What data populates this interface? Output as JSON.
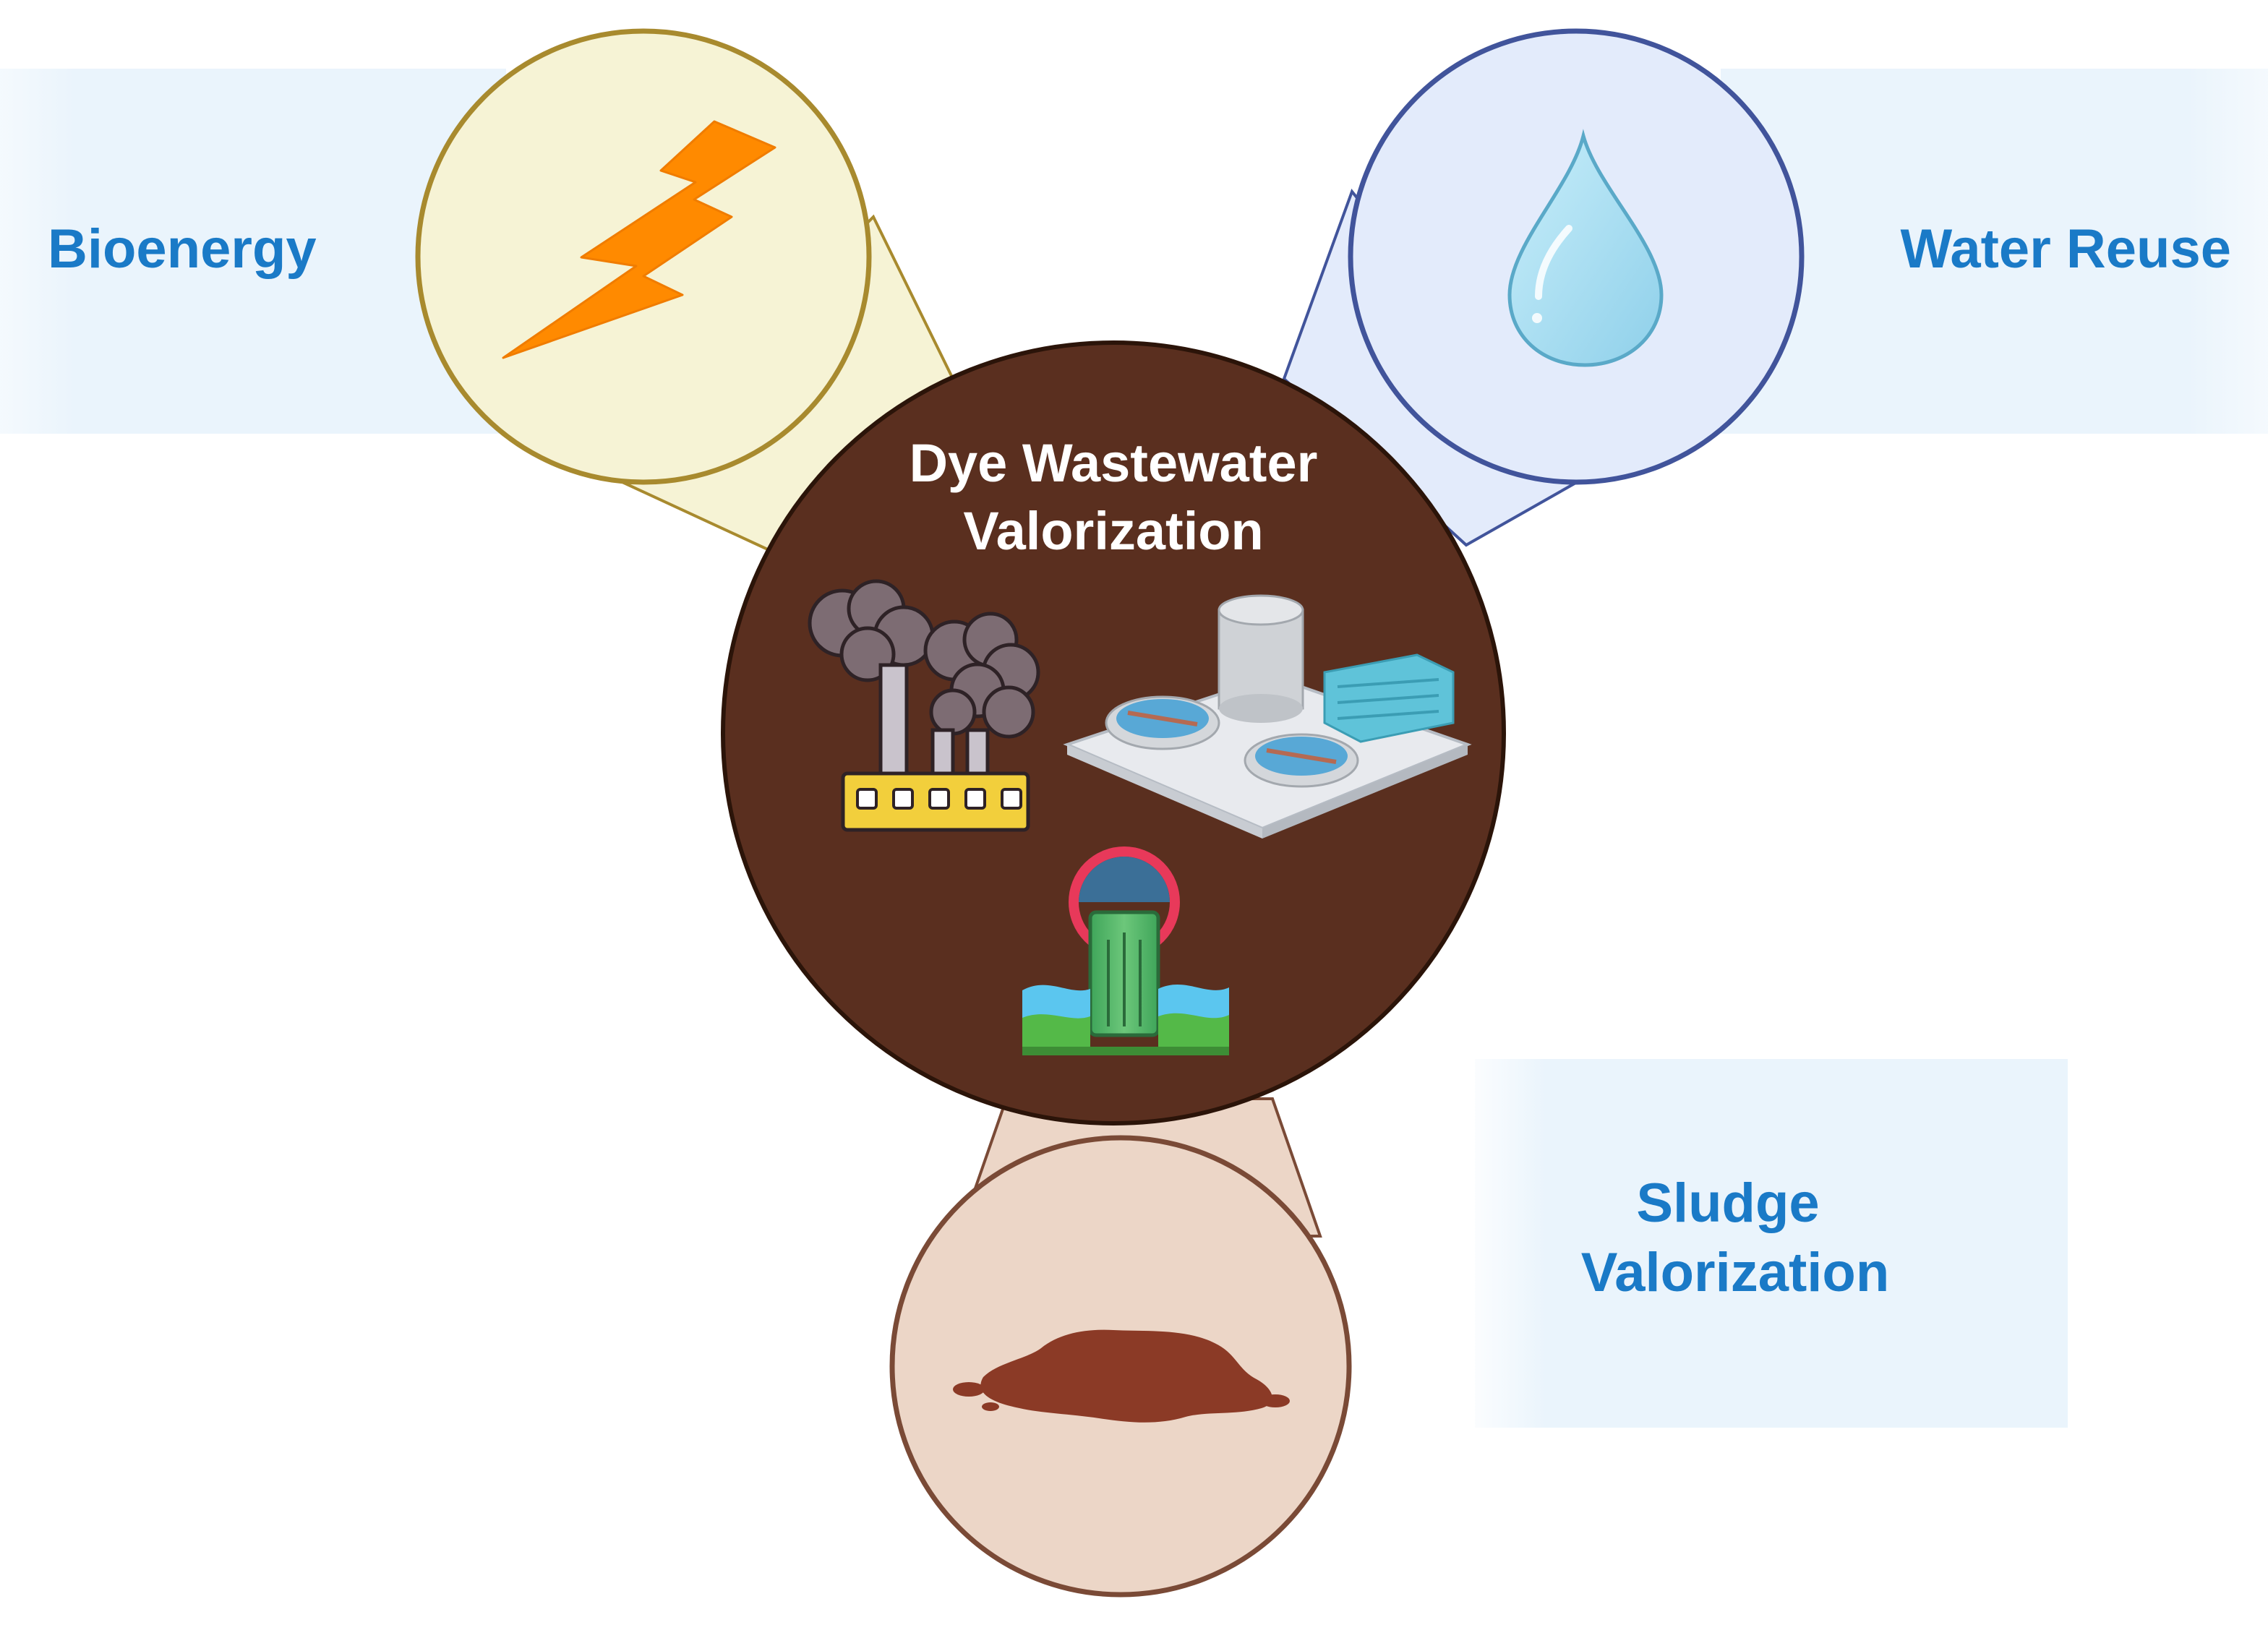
{
  "diagram": {
    "center": {
      "title_line1": "Dye Wastewater",
      "title_line2": "Valorization",
      "fill": "#5a2f1f",
      "text_color": "#ffffff",
      "icons": [
        "factory-icon",
        "treatment-plant-icon",
        "discharge-pipe-icon"
      ]
    },
    "branches": {
      "bioenergy": {
        "label": "Bioenergy",
        "icon": "lightning-bolt-icon",
        "circle_fill": "#f6f3d5",
        "circle_stroke": "#a88a2e",
        "icon_color": "#ff8a00"
      },
      "water_reuse": {
        "label": "Water Reuse",
        "icon": "water-drop-icon",
        "circle_fill": "#e3ebfb",
        "circle_stroke": "#41549b",
        "icon_color": "#aee0f2"
      },
      "sludge": {
        "label_line1": "Sludge",
        "label_line2": "Valorization",
        "icon": "sludge-puddle-icon",
        "circle_fill": "#ecd6c7",
        "circle_stroke": "#7a4a36",
        "icon_color": "#8b3a26"
      }
    },
    "label_color": "#1a7ac7",
    "band_color": "#eaf4fc"
  }
}
